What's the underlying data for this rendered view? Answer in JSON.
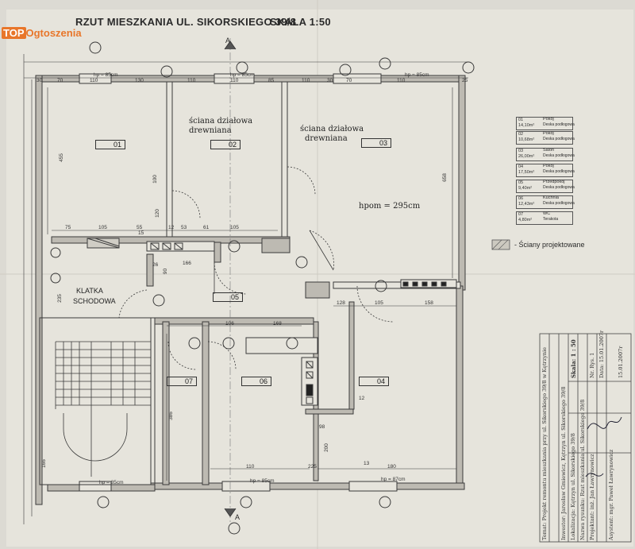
{
  "watermark": {
    "top": "TOP",
    "brand": "Ogtoszenia"
  },
  "title": "RZUT MIESZKANIA UL. SIKORSKIEGO 39/8",
  "scale": "SKALA 1:50",
  "section_marker": "A",
  "rooms": {
    "r01": "01",
    "r02": "02",
    "r03": "03",
    "r04": "04",
    "r05": "05",
    "r06": "06",
    "r07": "07"
  },
  "notes": {
    "wall_1_line1": "ściana działowa",
    "wall_1_line2": "drewniana",
    "wall_2_line1": "ściana działowa",
    "wall_2_line2": "drewniana",
    "height": "hpom = 295cm",
    "stairs_line1": "KLATKA",
    "stairs_line2": "SCHODOWA"
  },
  "window_labels": {
    "top_left": "hp = 85cm",
    "top_mid": "hp = 85cm",
    "top_right": "hp = 85cm",
    "bot_left": "hp = 85cm",
    "bot_mid": "hp = 85cm",
    "bot_right": "hp = 87cm"
  },
  "top_dims": [
    "30",
    "70",
    "110",
    "130",
    "110",
    "110",
    "85",
    "110",
    "30",
    "70",
    "110",
    "25"
  ],
  "misc_dims": {
    "left_h": "455",
    "right_h": "658",
    "d_100a": "100",
    "d_120": "120",
    "d_75": "75",
    "d_105a": "105",
    "d_15": "15",
    "d_55": "55",
    "d_12a": "12",
    "d_53": "53",
    "d_61": "61",
    "d_105b": "105",
    "d_166": "166",
    "d_90a": "90",
    "d_26": "26",
    "d_235": "235",
    "d_128": "128",
    "d_105c": "105",
    "d_158": "158",
    "d_106": "106",
    "d_168": "168",
    "d_386": "386",
    "d_110": "110",
    "d_225": "225",
    "d_180": "180",
    "d_166b": "166",
    "d_98": "98",
    "d_200": "200",
    "d_12b": "12",
    "d_13": "13"
  },
  "legend_rooms": [
    {
      "no": "01",
      "name": "Pokój",
      "area": "14,10m²",
      "floor": "Deska podłogowa"
    },
    {
      "no": "02",
      "name": "Pokój",
      "area": "10,68m²",
      "floor": "Deska podłogowa"
    },
    {
      "no": "03",
      "name": "Salon",
      "area": "26,00m²",
      "floor": "Deska podłogowa"
    },
    {
      "no": "04",
      "name": "Pokój",
      "area": "17,50m²",
      "floor": "Deska podłogowa"
    },
    {
      "no": "05",
      "name": "Przedpokój",
      "area": "9,40m²",
      "floor": "Deska podłogowa"
    },
    {
      "no": "06",
      "name": "Kuchnia",
      "area": "12,43m²",
      "floor": "Deska podłogowa"
    },
    {
      "no": "07",
      "name": "WC",
      "area": "4,80m²",
      "floor": "Terakota"
    }
  ],
  "legend_walls": "- Ściany projektowane",
  "title_block": {
    "temat": "Temat: Projekt remontu mieszkania przy ul. Sikorskiego 39/8 w Kętrzynie",
    "inwestor": "Inwestor: Jarosław Gmiewicz, Kętrzyn ul. Sikorskiego 39/8",
    "lokalizacja": "Lokalizacja: Kętrzyn ul. Sikorskiego 39/8",
    "nazwa": "Nazwa rysunku: Rzut mieszkania ul. Sikorskiego 39/8",
    "projektant": "Projektant: inż. Jan Ławrynowicz",
    "asystent": "Asystent: mgr. Paweł Ławrynowicz",
    "skala": "Skala: 1 : 50",
    "nr": "Nr. Rys. 1",
    "data": "Data: 15.01.2007r",
    "data2": "15.01.2007r"
  }
}
